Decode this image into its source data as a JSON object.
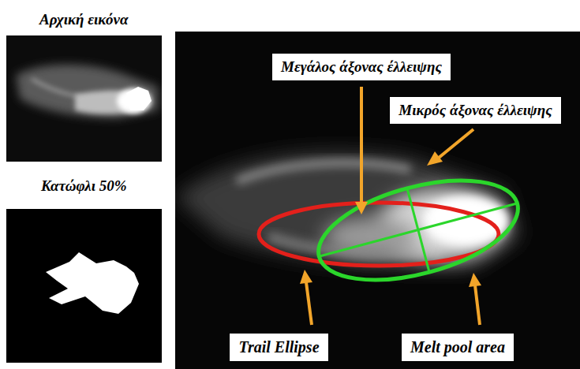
{
  "diagram": {
    "nodes": [
      {
        "text": [
          "Μεγάλος άξονας έλλειψης"
        ]
      },
      {
        "text": [
          "Μικρός άξονας έλλειψης"
        ]
      },
      {
        "text": [
          "Trail Ellipse"
        ]
      },
      {
        "text": [
          "Melt pool area"
        ]
      }
    ],
    "labels": [
      "Αρχική εικόνα",
      "Κατώφλι 50%"
    ]
  }
}
